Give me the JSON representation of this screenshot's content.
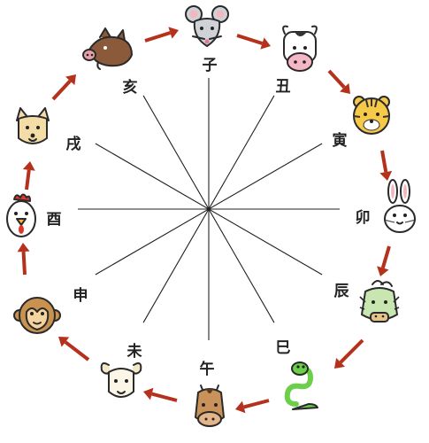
{
  "branches": [
    {
      "label": "子",
      "animal": "rat-icon"
    },
    {
      "label": "丑",
      "animal": "ox-icon"
    },
    {
      "label": "寅",
      "animal": "tiger-icon"
    },
    {
      "label": "卯",
      "animal": "rabbit-icon"
    },
    {
      "label": "辰",
      "animal": "dragon-icon"
    },
    {
      "label": "巳",
      "animal": "snake-icon"
    },
    {
      "label": "午",
      "animal": "horse-icon"
    },
    {
      "label": "未",
      "animal": "sheep-icon"
    },
    {
      "label": "申",
      "animal": "monkey-icon"
    },
    {
      "label": "酉",
      "animal": "rooster-icon"
    },
    {
      "label": "戌",
      "animal": "dog-icon"
    },
    {
      "label": "亥",
      "animal": "boar-icon"
    }
  ],
  "colors": {
    "arrow": "#b5311c",
    "line": "#222222",
    "rat": "#cfd3d8",
    "ox": "#ffffff",
    "tiger": "#f7c948",
    "rabbit": "#ffffff",
    "dragon": "#c8e6b0",
    "snake": "#6ccf4a",
    "horse": "#c8925a",
    "sheep": "#fbf6e6",
    "monkey": "#c9924f",
    "rooster": "#ffffff",
    "dog": "#f3dca6",
    "boar": "#8a5a3a"
  }
}
